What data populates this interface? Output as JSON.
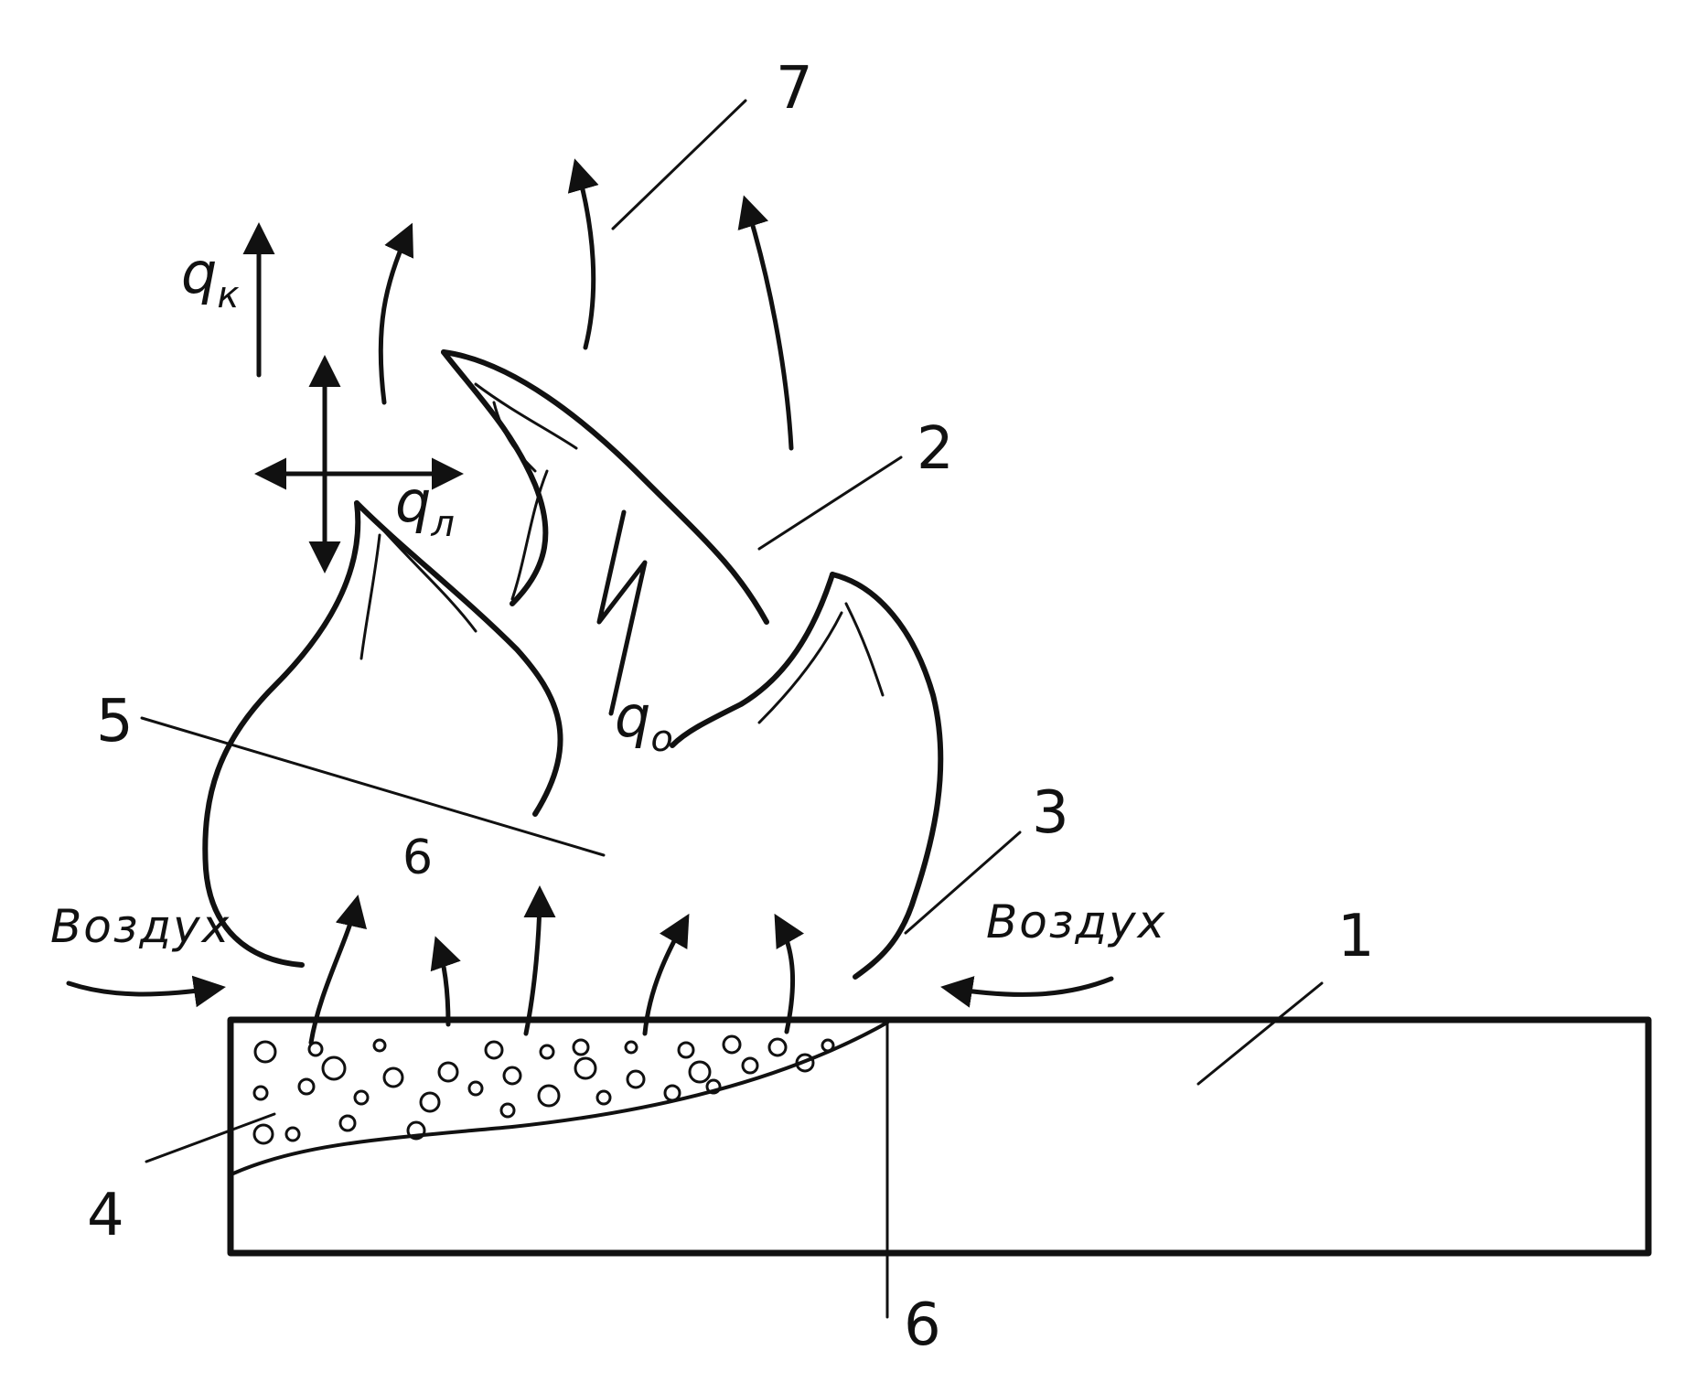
{
  "figure": {
    "labels": {
      "n1": "1",
      "n2": "2",
      "n3": "3",
      "n4": "4",
      "n5": "5",
      "n6": "6",
      "n7": "7",
      "n6_inner": "6"
    },
    "heat_flux": {
      "qk": {
        "base": "q",
        "sub": "к"
      },
      "ql": {
        "base": "q",
        "sub": "л"
      },
      "qo": {
        "base": "q",
        "sub": "о"
      }
    },
    "air_left": "Воздух",
    "air_right": "Воздух"
  }
}
